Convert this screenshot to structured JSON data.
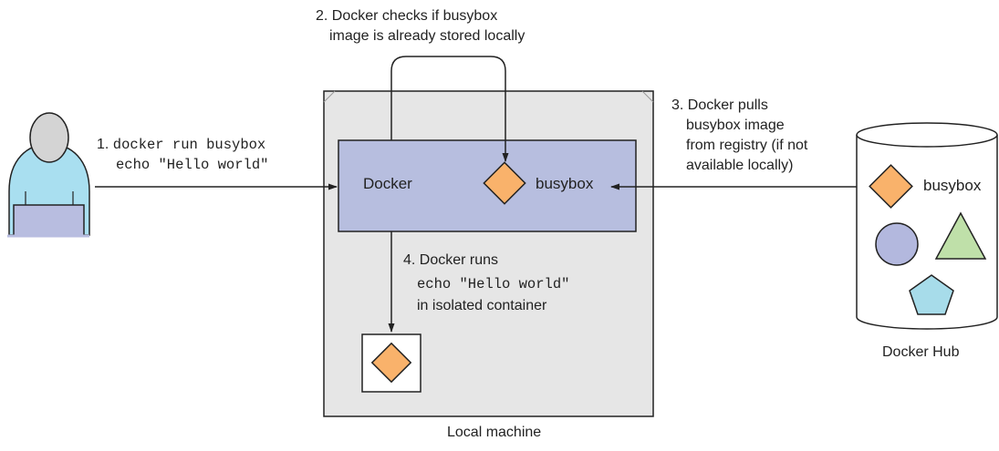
{
  "step1": {
    "number": "1.",
    "command_line1": "docker run busybox",
    "command_line2": "echo \"Hello world\""
  },
  "step2": {
    "line1": "2. Docker checks if busybox",
    "line2": "image is already stored locally"
  },
  "step3": {
    "line1": "3. Docker pulls",
    "line2": "busybox image",
    "line3": "from registry (if not",
    "line4": "available locally)"
  },
  "step4": {
    "line1": "4. Docker runs",
    "command": "echo \"Hello world\"",
    "line3": "in isolated container"
  },
  "docker_box": {
    "label": "Docker",
    "image_label": "busybox"
  },
  "machine": {
    "label": "Local machine"
  },
  "hub": {
    "label": "Docker Hub",
    "image_label": "busybox"
  },
  "colors": {
    "docker_fill": "#b7bedf",
    "machine_fill": "#e6e6e6",
    "diamond": "#f9b26b",
    "circle": "#b3b8de",
    "triangle": "#bfe0a9",
    "pentagon": "#a7dcea",
    "person_shirt": "#a9dff0",
    "person_head": "#d4d4d4",
    "laptop": "#b8bde0"
  }
}
